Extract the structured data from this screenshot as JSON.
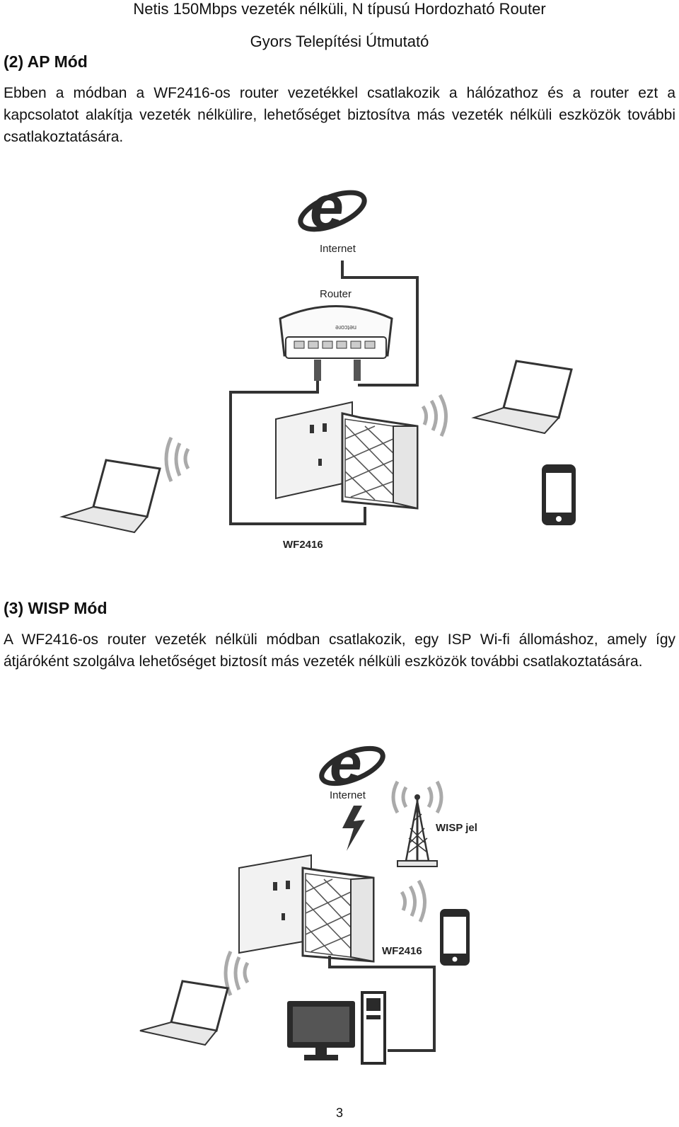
{
  "header": {
    "line1": "Netis 150Mbps vezeték nélküli, N típusú Hordozható Router",
    "line2": "Gyors Telepítési Útmutató"
  },
  "ap_mode": {
    "heading": "(2) AP Mód",
    "text": "Ebben a módban a WF2416-os router vezetékkel csatlakozik a hálózathoz és a router ezt a kapcsolatot alakítja vezeték nélkülire, lehetőséget biztosítva más vezeték nélküli eszközök további csatlakoztatására.",
    "diagram": {
      "internet_label": "Internet",
      "router_label": "Router",
      "router_brand": "netcore",
      "device_label": "WF2416",
      "icons": [
        "internet-explorer-icon",
        "router-icon",
        "wall-socket-icon",
        "wf2416-device-icon",
        "laptop-icon",
        "smartphone-icon",
        "wifi-waves-icon"
      ]
    }
  },
  "wisp_mode": {
    "heading": "(3) WISP Mód",
    "text": "A WF2416-os router vezeték nélküli módban csatlakozik, egy ISP Wi-fi állomáshoz, amely így átjáróként szolgálva lehetőséget biztosít más vezeték nélküli eszközök további csatlakoztatására.",
    "diagram": {
      "internet_label": "Internet",
      "wisp_label": "WISP jel",
      "device_label": "WF2416",
      "icons": [
        "internet-explorer-icon",
        "lightning-icon",
        "antenna-tower-icon",
        "wall-socket-icon",
        "wf2416-device-icon",
        "laptop-icon",
        "smartphone-icon",
        "desktop-computer-icon",
        "wifi-waves-icon"
      ]
    }
  },
  "footer": {
    "page_number": "3"
  }
}
